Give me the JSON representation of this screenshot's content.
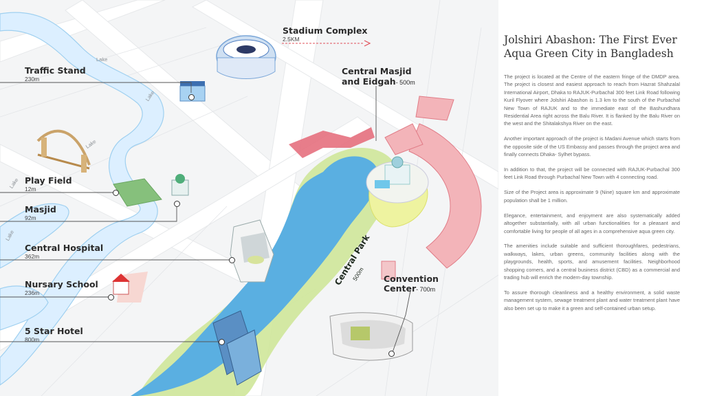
{
  "map": {
    "stadium": {
      "label": "Stadium Complex",
      "distance": "2.5KM"
    },
    "masjid_eidgah": {
      "line1": "Central Masjid",
      "line2": "and Eidgah",
      "distance": "- 500m"
    },
    "traffic_stand": {
      "label": "Traffic Stand",
      "distance": "230m"
    },
    "play_field": {
      "label": "Play Field",
      "distance": "12m"
    },
    "masjid": {
      "label": "Masjid",
      "distance": "92m"
    },
    "central_hospital": {
      "label": "Central Hospital",
      "distance": "362m"
    },
    "nursery_school": {
      "label": "Nursary School",
      "distance": "236m"
    },
    "five_star_hotel": {
      "label": "5 Star Hotel",
      "distance": "800m"
    },
    "central_park": {
      "label": "Central Park",
      "distance": "500m"
    },
    "convention_center": {
      "line1": "Convention",
      "line2": "Center",
      "distance": "- 700m"
    },
    "lake_labels": [
      "Lake",
      "Lake",
      "Lake",
      "Lake",
      "Lake"
    ],
    "colors": {
      "water": "#58aee0",
      "park": "#c9e58a",
      "zone": "#f1a7ad",
      "zone_dark": "#e05e6c",
      "arrow": "#e0505a"
    }
  },
  "panel": {
    "title": "Jolshiri Abashon: The First Ever Aqua Green City in Bangladesh",
    "paragraphs": [
      "The project is located at the Centre of the eastern fringe of the DMDP area. The project is closest and easiest approach to reach from Hazrat Shahzalal International Airport, Dhaka to RAJUK-Purbachal 300 feet Link Road following Kuril Flyover where Jolshiri Abashon is 1.3 km to the south of the Purbachal New Town of RAJUK and to the immediate east of the Bashundhara Residential Area right across the Balu River. It is flanked by the Balu River on the west and the Shitalakshya River on the east.",
      "Another important approach of the project is Madani Avenue which starts from the opposite side of the US Embassy and passes through the project area and finally connects Dhaka- Sylhet bypass.",
      "In addition to that, the project will be connected with RAJUK-Purbachal 300 feet Link Road through Purbachal New Town with 4 connecting road.",
      "Size of the Project area is approximate 9 (Nine) square km and approximate population shall be 1 million.",
      "Elegance, entertainment, and enjoyment are also systematically added altogether substantially, with all urban functionalities for a pleasant and comfortable living for people of all ages in a comprehensive aqua green city.",
      "The amenities include suitable and sufficient thoroughfares, pedestrians, walkways, lakes, urban greens, community facilities along with the playgrounds, health, sports, and amusement facilities. Neighborhood shopping corners, and a central business district (CBD) as a commercial and trading hub will enrich the modern-day township.",
      "To assure thorough cleanliness and a healthy environment, a solid waste management system, sewage treatment plant and water treatment plant have also been set up to make it a green and self-contained urban setup."
    ]
  }
}
